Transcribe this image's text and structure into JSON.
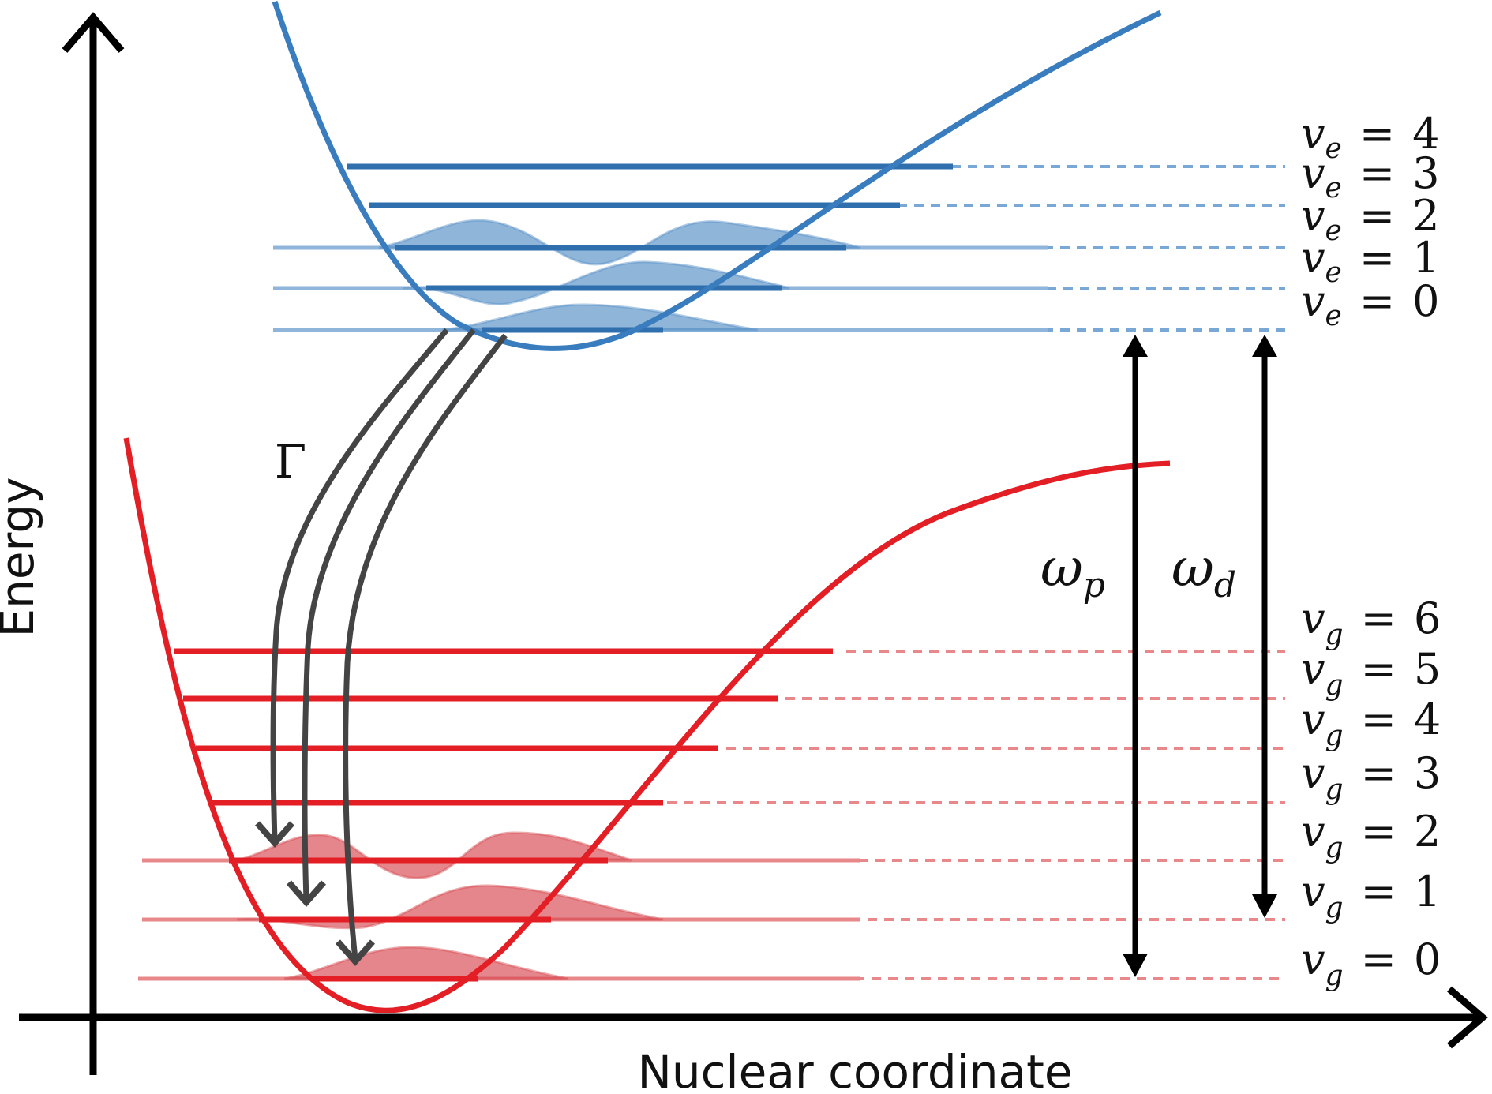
{
  "axes": {
    "y_label": "Energy",
    "x_label": "Nuclear coordinate"
  },
  "colors": {
    "excited": "#3a7dbf",
    "excited_light": "#8fb5da",
    "ground": "#e31e24",
    "ground_light": "#e8888b",
    "decay_arrow": "#444444",
    "axis": "#000000"
  },
  "excited_state": {
    "levels": [
      {
        "symbol": "v",
        "sub": "e",
        "eq": "=",
        "value": "4"
      },
      {
        "symbol": "v",
        "sub": "e",
        "eq": "=",
        "value": "3"
      },
      {
        "symbol": "v",
        "sub": "e",
        "eq": "=",
        "value": "2"
      },
      {
        "symbol": "v",
        "sub": "e",
        "eq": "=",
        "value": "1"
      },
      {
        "symbol": "v",
        "sub": "e",
        "eq": "=",
        "value": "0"
      }
    ]
  },
  "ground_state": {
    "levels": [
      {
        "symbol": "v",
        "sub": "g",
        "eq": "=",
        "value": "6"
      },
      {
        "symbol": "v",
        "sub": "g",
        "eq": "=",
        "value": "5"
      },
      {
        "symbol": "v",
        "sub": "g",
        "eq": "=",
        "value": "4"
      },
      {
        "symbol": "v",
        "sub": "g",
        "eq": "=",
        "value": "3"
      },
      {
        "symbol": "v",
        "sub": "g",
        "eq": "=",
        "value": "2"
      },
      {
        "symbol": "v",
        "sub": "g",
        "eq": "=",
        "value": "1"
      },
      {
        "symbol": "v",
        "sub": "g",
        "eq": "=",
        "value": "0"
      }
    ]
  },
  "transitions": {
    "decay_label": "Γ",
    "pump": {
      "symbol": "ω",
      "sub": "p"
    },
    "dump": {
      "symbol": "ω",
      "sub": "d"
    }
  }
}
